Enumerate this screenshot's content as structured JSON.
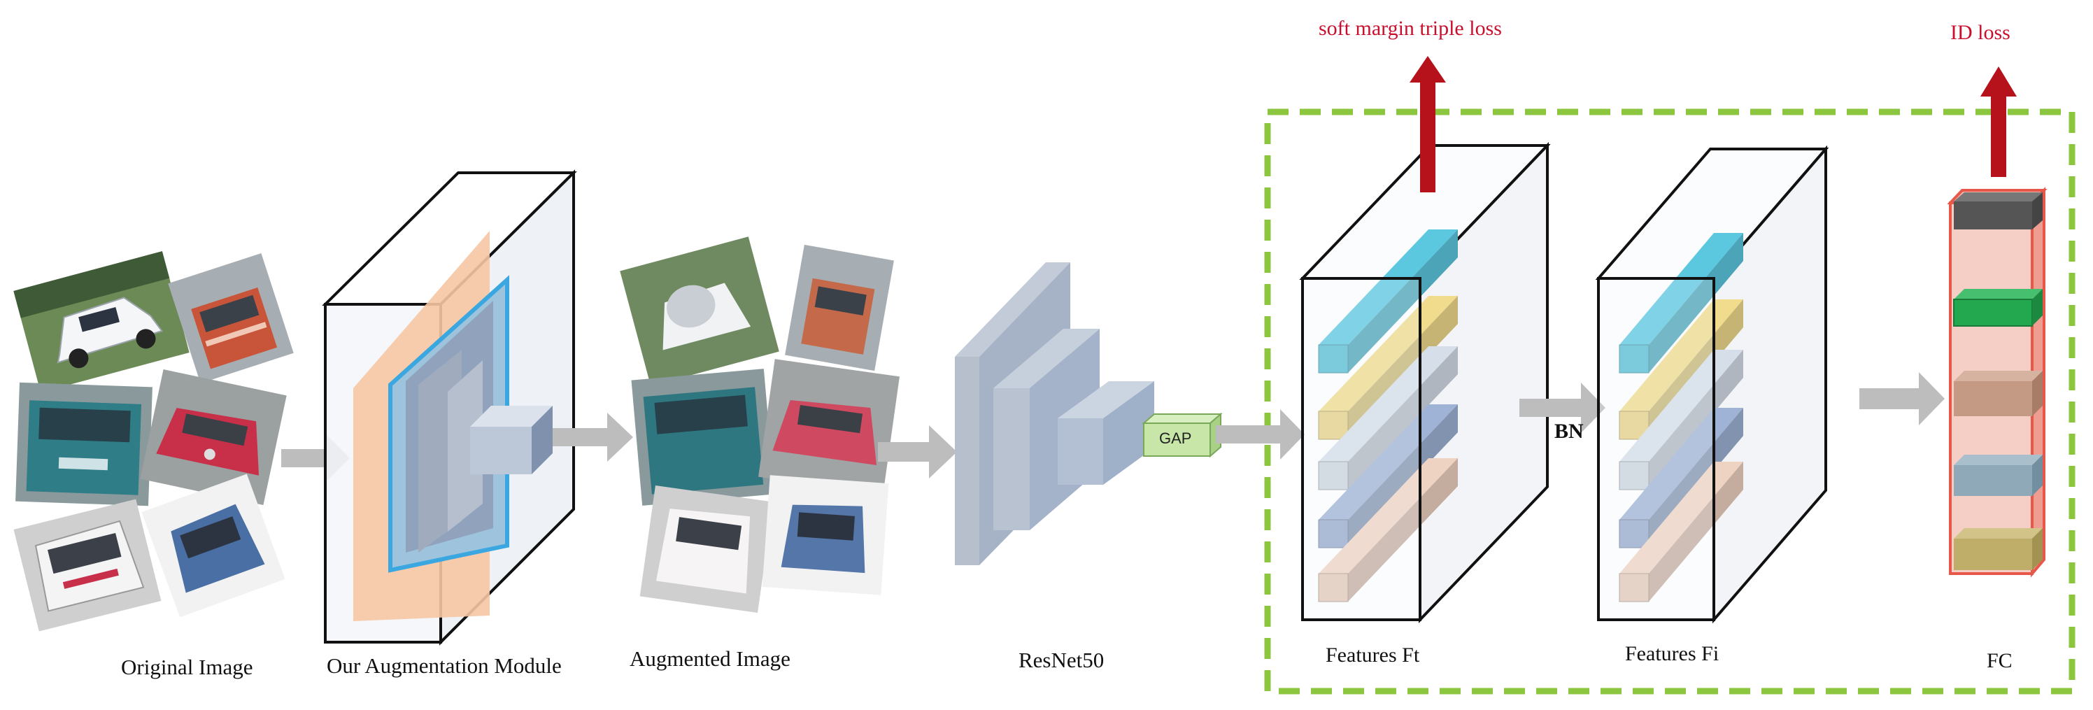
{
  "labels": {
    "original_image": "Original Image",
    "augmentation_module": "Our Augmentation Module",
    "augmented_image": "Augmented Image",
    "resnet": "ResNet50",
    "gap": "GAP",
    "features_ft": "Features Ft",
    "bn": "BN",
    "features_fi": "Features Fi",
    "fc": "FC",
    "soft_margin_loss": "soft margin triple loss",
    "id_loss": "ID loss"
  },
  "colors": {
    "arrow_gray": "#bdbdbd",
    "loss_arrow_red": "#b5121b",
    "dashed_border": "#8cc63f",
    "bar_cyan": "#5bc8e0",
    "bar_yellow": "#f0dc8c",
    "bar_lightblue": "#d5dee9",
    "bar_blue": "#9fb3d6",
    "bar_peach": "#efd3c2",
    "fc_border": "#e8584a",
    "fc_dark": "#555555",
    "fc_green": "#23a84f",
    "fc_tan": "#c49a84",
    "fc_bluegray": "#8fa9b8",
    "fc_olive": "#bfae6a",
    "resnet_block": "#a9b8d1",
    "gap_fill": "#c7e6a8",
    "aug_orange": "#f6c6a4",
    "aug_cyan": "#3aa7e0"
  },
  "photos": {
    "original": [
      {
        "name": "white-hatchback-photo",
        "color": "#e9eef2"
      },
      {
        "name": "orange-truck-photo",
        "color": "#c8553a"
      },
      {
        "name": "teal-truck-photo",
        "color": "#2f7d86"
      },
      {
        "name": "red-car-photo",
        "color": "#c8304a"
      },
      {
        "name": "white-van-photo",
        "color": "#eeeeee"
      },
      {
        "name": "blue-car-photo",
        "color": "#4a6fa5"
      }
    ],
    "augmented": [
      {
        "name": "aug-white-hatchback-photo",
        "color": "#dfe3e6"
      },
      {
        "name": "aug-orange-truck-photo",
        "color": "#c46a4a"
      },
      {
        "name": "aug-teal-truck-photo",
        "color": "#2e7781"
      },
      {
        "name": "aug-red-car-photo",
        "color": "#cf4a60"
      },
      {
        "name": "aug-white-van-photo",
        "color": "#f0eeee"
      },
      {
        "name": "aug-blue-car-photo",
        "color": "#5576a8"
      }
    ]
  }
}
